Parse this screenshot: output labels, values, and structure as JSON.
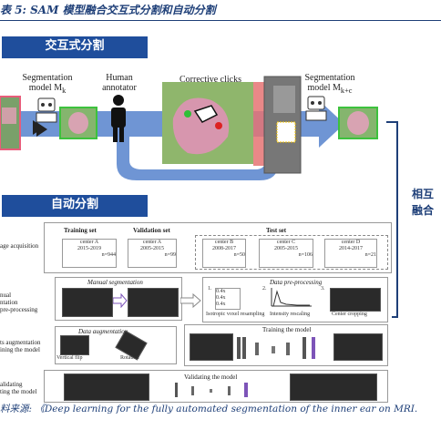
{
  "figure": {
    "title": "表 5: SAM 模型融合交互式分割和自动分割",
    "source": "料来源: 《Deep learning for the fully automated segmentation of the inner ear on MRI."
  },
  "interactive": {
    "banner": "交互式分割",
    "seg_model_label": "Segmentation model M",
    "seg_model_sub": "k",
    "annotator_label": "Human annotator",
    "corrective_label": "Corrective clicks",
    "seg_model2_label": "Segmentation model M",
    "seg_model2_sub": "k+c"
  },
  "side": {
    "line1": "相互",
    "line2": "融合"
  },
  "automatic": {
    "banner": "自动分割",
    "rows": {
      "acq": "age acquisition",
      "manual_1": "nual",
      "manual_2": "ntation",
      "manual_3": "pre-processing",
      "aug_1": "ts augmentation",
      "aug_2": "ining the model",
      "val_1": "alidating",
      "val_2": "ting the model"
    },
    "sets": {
      "training": "Training set",
      "validation": "Validation set",
      "test": "Test set"
    },
    "centers": [
      {
        "name": "center A",
        "years": "2015-2019",
        "n": "n=944"
      },
      {
        "name": "center A",
        "years": "2005-2015",
        "n": "n=99"
      },
      {
        "name": "center B",
        "years": "2008-2017",
        "n": "n=50"
      },
      {
        "name": "center C",
        "years": "2005-2015",
        "n": "n=106"
      },
      {
        "name": "center D",
        "years": "2014-2017",
        "n": "n=21"
      }
    ],
    "manual_seg_title": "Manual segmentation",
    "preproc_title": "Data pre-processing",
    "preproc_steps": [
      "Isotropic voxel resampling",
      "Intensity rescaling",
      "Center cropping"
    ],
    "preproc_nums": [
      "1.",
      "2.",
      "3."
    ],
    "voxels": [
      "0.4x",
      "0.4x",
      "0.4x"
    ],
    "augmentation_title": "Data augmentation",
    "aug_items": [
      "Vertical flip",
      "Rotation"
    ],
    "training_title": "Training  the model",
    "validating_title": "Validating  the model"
  }
}
